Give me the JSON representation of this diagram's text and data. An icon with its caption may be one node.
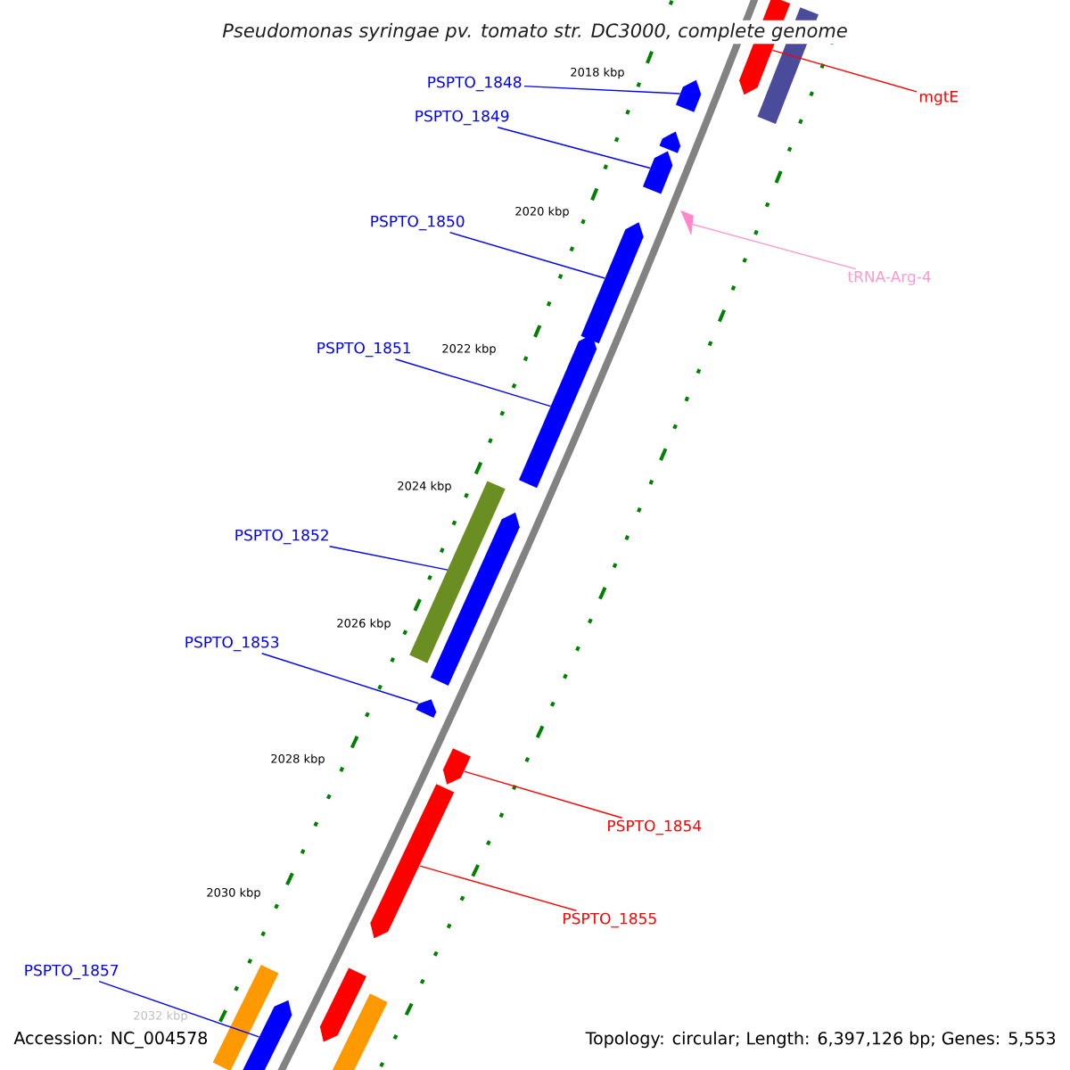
{
  "diagram": {
    "title": "Pseudomonas syringae pv. tomato str. DC3000, complete genome",
    "nodes": [
      {
        "text": [
          "mgtE"
        ]
      },
      {
        "text": [],
        "shape": "arrow"
      },
      {
        "text": [
          "PSPTO_1848"
        ]
      },
      {
        "text": [],
        "shape": "arrow"
      },
      {
        "text": [
          "PSPTO_1849"
        ]
      },
      {
        "text": [],
        "shape": "arrow"
      },
      {
        "text": [
          "PSPTO_1850"
        ]
      },
      {
        "text": [],
        "shape": "arrow"
      },
      {
        "text": [
          "tRNA-Arg-4"
        ]
      },
      {
        "text": [],
        "shape": "triangle"
      },
      {
        "text": [
          "PSPTO_1851"
        ]
      },
      {
        "text": [],
        "shape": "arrow"
      },
      {
        "text": [
          "PSPTO_1852"
        ]
      },
      {
        "text": [],
        "shape": "bar"
      },
      {
        "text": [
          "PSPTO_1853"
        ]
      },
      {
        "text": [],
        "shape": "arrow"
      },
      {
        "text": [
          "PSPTO_1854"
        ]
      },
      {
        "text": [],
        "shape": "arrow"
      },
      {
        "text": [
          "PSPTO_1855"
        ]
      },
      {
        "text": [],
        "shape": "arrow"
      },
      {
        "text": [
          "PSPTO_1857"
        ]
      },
      {
        "text": [],
        "shape": "arrow"
      },
      {
        "text": [],
        "shape": "bar"
      },
      {
        "text": [],
        "shape": "arrow"
      },
      {
        "text": [],
        "shape": "arrow"
      },
      {
        "text": [],
        "shape": "arrow"
      },
      {
        "text": [],
        "shape": "bar"
      },
      {
        "text": [],
        "shape": "bar"
      }
    ],
    "edges": [
      {
        "from": 0,
        "to": 1,
        "arrow": "none",
        "color": "#ff0000"
      },
      {
        "from": 2,
        "to": 3,
        "arrow": "none"
      },
      {
        "from": 4,
        "to": 5,
        "arrow": "none"
      },
      {
        "from": 6,
        "to": 7,
        "arrow": "none"
      },
      {
        "from": 8,
        "to": 9,
        "arrow": "none",
        "color": "#ff99cc"
      },
      {
        "from": 10,
        "to": 11,
        "arrow": "none"
      },
      {
        "from": 12,
        "to": 13,
        "arrow": "none"
      },
      {
        "from": 14,
        "to": 15,
        "arrow": "none"
      },
      {
        "from": 16,
        "to": 17,
        "arrow": "none",
        "color": "#ff0000"
      },
      {
        "from": 18,
        "to": 19,
        "arrow": "none",
        "color": "#ff0000"
      },
      {
        "from": 20,
        "to": 21,
        "arrow": "none"
      }
    ],
    "labels": [
      "2018 kbp",
      "2020 kbp",
      "2022 kbp",
      "2024 kbp",
      "2026 kbp",
      "2028 kbp",
      "2030 kbp",
      "2032 kbp",
      "Accession: NC_004578",
      "Topology: circular; Length: 6,397,126 bp; Genes: 5,553"
    ]
  }
}
